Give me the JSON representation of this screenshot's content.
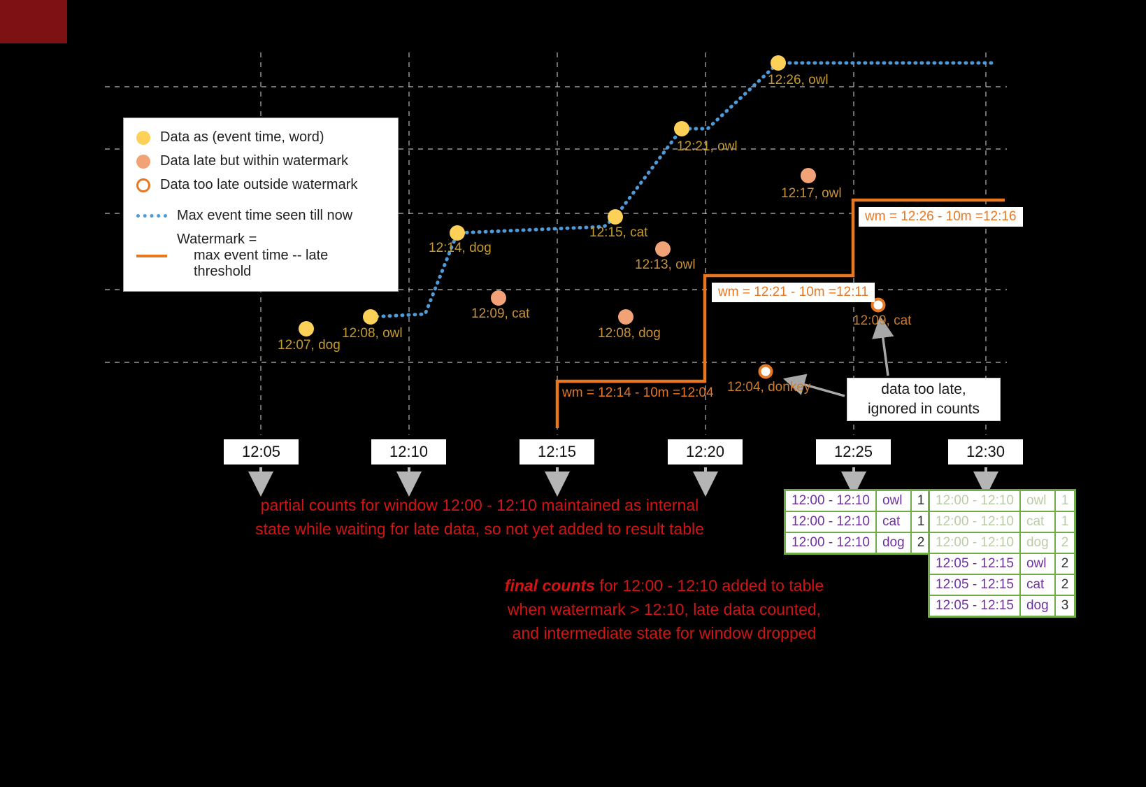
{
  "colors": {
    "background": "#000000",
    "ontime_point": "#fdd157",
    "late_point": "#f2a277",
    "toolate_ring": "#e87722",
    "max_event_line": "#4f9bd9",
    "watermark_line": "#e87722",
    "annotation_red": "#d21414",
    "table_border_green": "#70ad47",
    "table_text_purple": "#7030a0"
  },
  "legend": {
    "items": [
      {
        "icon": "ontime-point-icon",
        "label": "Data as (event time, word)"
      },
      {
        "icon": "late-point-icon",
        "label": "Data late but within watermark"
      },
      {
        "icon": "toolate-point-icon",
        "label": "Data too late outside watermark"
      },
      {
        "icon": "max-event-line-icon",
        "label": "Max event time seen till now"
      },
      {
        "icon": "watermark-line-icon",
        "label": "Watermark =",
        "label2": "max event time -- late threshold"
      }
    ]
  },
  "axis": {
    "ticks": [
      "12:05",
      "12:10",
      "12:15",
      "12:20",
      "12:25",
      "12:30"
    ]
  },
  "points": [
    {
      "label": "12:07, dog",
      "type": "ontime"
    },
    {
      "label": "12:08, owl",
      "type": "ontime"
    },
    {
      "label": "12:14, dog",
      "type": "ontime"
    },
    {
      "label": "12:09, cat",
      "type": "late"
    },
    {
      "label": "12:15, cat",
      "type": "ontime"
    },
    {
      "label": "12:13, owl",
      "type": "late"
    },
    {
      "label": "12:08, dog",
      "type": "late"
    },
    {
      "label": "12:21, owl",
      "type": "ontime"
    },
    {
      "label": "12:17, owl",
      "type": "late"
    },
    {
      "label": "12:26, owl",
      "type": "ontime"
    },
    {
      "label": "12:04, donkey",
      "type": "toolate"
    },
    {
      "label": "12:09, cat",
      "type": "toolate"
    }
  ],
  "watermark_labels": [
    "wm = 12:14 - 10m =12:04",
    "wm = 12:21 - 10m =12:11",
    "wm = 12:26 - 10m =12:16"
  ],
  "annotations": {
    "partial_line1": "partial counts for window 12:00 - 12:10 maintained as internal",
    "partial_line2": "state while waiting for late data, so not yet added to result table",
    "final_emphasis": "final counts",
    "final_line1_rest": " for 12:00 - 12:10 added to table",
    "final_line2": "when watermark > 12:10, late data counted,",
    "final_line3": "and intermediate state for window dropped",
    "toolate_line1": "data too late,",
    "toolate_line2": "ignored in counts"
  },
  "tables": {
    "t1225": {
      "rows": [
        {
          "window": "12:00 - 12:10",
          "word": "owl",
          "count": "1"
        },
        {
          "window": "12:00 - 12:10",
          "word": "cat",
          "count": "1"
        },
        {
          "window": "12:00 - 12:10",
          "word": "dog",
          "count": "2"
        }
      ]
    },
    "t1230": {
      "rows": [
        {
          "window": "12:00 - 12:10",
          "word": "owl",
          "count": "1"
        },
        {
          "window": "12:00 - 12:10",
          "word": "cat",
          "count": "1"
        },
        {
          "window": "12:00 - 12:10",
          "word": "dog",
          "count": "2"
        },
        {
          "window": "12:05 - 12:15",
          "word": "owl",
          "count": "2"
        },
        {
          "window": "12:05 - 12:15",
          "word": "cat",
          "count": "2"
        },
        {
          "window": "12:05 - 12:15",
          "word": "dog",
          "count": "3"
        }
      ]
    }
  }
}
